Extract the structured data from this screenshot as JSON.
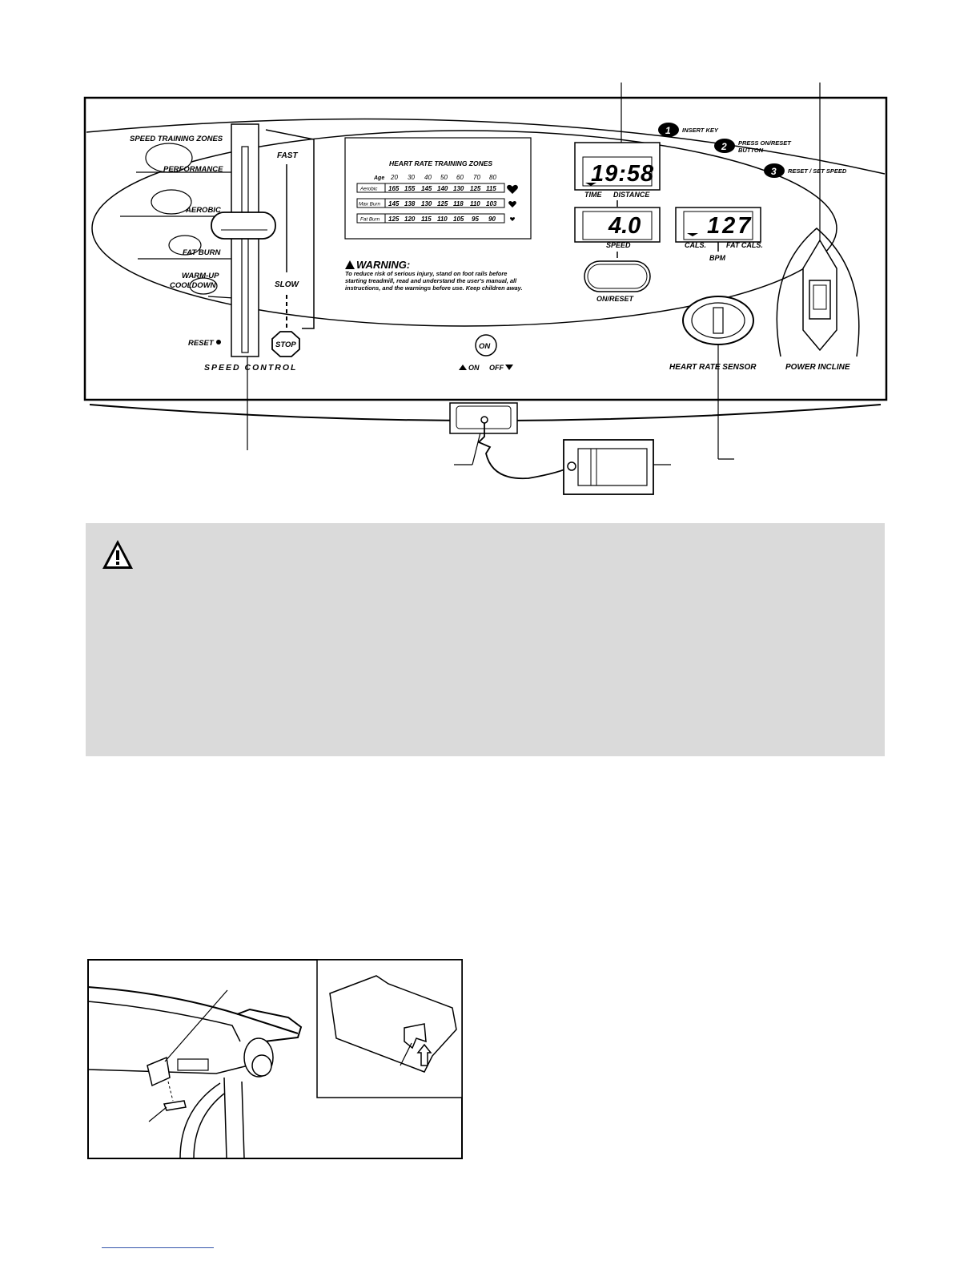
{
  "speed_panel": {
    "zones_title": "SPEED TRAINING ZONES",
    "zones": [
      "PERFORMANCE",
      "AEROBIC",
      "FAT BURN",
      "WARM-UP",
      "COOLDOWN"
    ],
    "fast_label": "FAST",
    "slow_label": "SLOW",
    "stop_label": "STOP",
    "reset_label": "RESET",
    "control_label": "SPEED CONTROL"
  },
  "hr_table": {
    "title": "HEART RATE TRAINING ZONES",
    "age_label": "Age",
    "ages": [
      "20",
      "30",
      "40",
      "50",
      "60",
      "70",
      "80"
    ],
    "rows": [
      {
        "label": "Aerobic",
        "values": [
          "165",
          "155",
          "145",
          "140",
          "130",
          "125",
          "115"
        ]
      },
      {
        "label": "Max Burn",
        "values": [
          "145",
          "138",
          "130",
          "125",
          "118",
          "110",
          "103"
        ]
      },
      {
        "label": "Fat Burn",
        "values": [
          "125",
          "120",
          "115",
          "110",
          "105",
          "95",
          "90"
        ]
      }
    ]
  },
  "console_warning": {
    "title": "WARNING:",
    "lines": [
      "To reduce risk of serious injury, stand on foot rails before",
      "starting treadmill, read and understand the user's manual, all",
      "instructions, and the warnings before use.  Keep children away."
    ]
  },
  "displays": {
    "time_value": "19:58",
    "time_label": "TIME",
    "distance_label": "DISTANCE",
    "speed_value": "4.0",
    "speed_label": "SPEED",
    "cals_value": "127",
    "cals_label": "CALS.",
    "fat_cals_label": "FAT CALS.",
    "bpm_label": "BPM"
  },
  "buttons": {
    "on_reset_label": "ON/RESET",
    "on_label": "ON",
    "on_arrow_label": "ON",
    "off_arrow_label": "OFF"
  },
  "steps": [
    {
      "number": "1",
      "text": "INSERT KEY"
    },
    {
      "number": "2",
      "text": "PRESS ON/RESET",
      "text2": "BUTTON"
    },
    {
      "number": "3",
      "text": "RESET / SET SPEED"
    }
  ],
  "sensor_label": "HEART RATE SENSOR",
  "incline_label": "POWER INCLINE",
  "colors": {
    "warning_box": "#dadada",
    "ink": "#000000"
  }
}
